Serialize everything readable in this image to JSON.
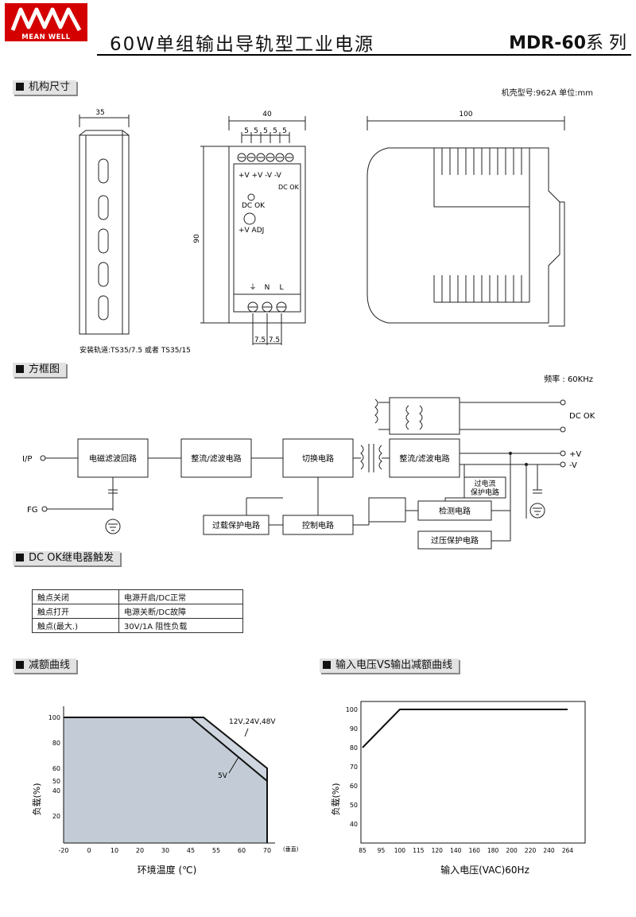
{
  "header": {
    "logo_text": "MEAN WELL",
    "title": "60W单组输出导轨型工业电源",
    "series_model": "MDR-60",
    "series_suffix": "系 列"
  },
  "sections": {
    "mechanical": "机构尺寸",
    "block_diagram": "方框图",
    "dc_ok_relay": "DC OK继电器触发",
    "derating": "减额曲线",
    "input_derating": "输入电压VS输出减额曲线"
  },
  "mechanical": {
    "case_info": "机壳型号:962A 单位:mm",
    "rail_width": "35",
    "front_width": "40",
    "side_depth": "100",
    "height": "90",
    "terminal_pitch_top": [
      "5",
      "5",
      "5",
      "5",
      "5"
    ],
    "terminal_pitch_bottom": [
      "7.5",
      "7.5"
    ],
    "output_terminal_label": "+V +V -V -V",
    "dc_ok_label_top": "DC OK",
    "dc_ok_led_label": "DC OK",
    "vadj_label": "+V ADJ",
    "input_labels": [
      "⏚",
      "N",
      "L"
    ],
    "rail_caption": "安装轨道:TS35/7.5 或者 TS35/15"
  },
  "block": {
    "frequency": "频率 : 60KHz",
    "ip_label": "I/P",
    "fg_label": "FG",
    "emi_filter": "电磁滤波回路",
    "rectifier_filter_1": "整流/滤波电路",
    "switching": "切换电路",
    "rectifier_filter_2": "整流/滤波电路",
    "olp": "过载保护电路",
    "control": "控制电路",
    "detection": "检测电路",
    "ocp_line1": "过电流",
    "ocp_line2": "保护电路",
    "ovp": "过压保护电路",
    "dc_ok": "DC OK",
    "plus_v": "+V",
    "minus_v": "-V"
  },
  "relay_table": [
    [
      "触点关闭",
      "电源开启/DC正常"
    ],
    [
      "触点打开",
      "电源关断/DC故障"
    ],
    [
      "触点(最大.)",
      "30V/1A 阻性负载"
    ]
  ],
  "chart_data": [
    {
      "type": "area",
      "title": "减额曲线",
      "xlabel": "环境温度 (℃)",
      "ylabel": "负载(%)",
      "x_unit_note": "(垂直)",
      "x_ticks": [
        "-20",
        "0",
        "10",
        "20",
        "30",
        "45",
        "55",
        "60",
        "70"
      ],
      "y_ticks": [
        "100",
        "80",
        "60",
        "50",
        "40",
        "20"
      ],
      "series": [
        {
          "name": "12V,24V,48V",
          "x": [
            -20,
            50,
            70,
            70
          ],
          "y": [
            100,
            100,
            60,
            0
          ]
        },
        {
          "name": "5V",
          "x": [
            -20,
            45,
            70,
            70
          ],
          "y": [
            100,
            100,
            50,
            0
          ]
        }
      ]
    },
    {
      "type": "line",
      "title": "输入电压VS输出减额曲线",
      "xlabel": "输入电压(VAC)60Hz",
      "ylabel": "负载(%)",
      "x_ticks": [
        "85",
        "95",
        "100",
        "115",
        "120",
        "140",
        "160",
        "180",
        "200",
        "220",
        "240",
        "264"
      ],
      "y_ticks": [
        "100",
        "90",
        "80",
        "70",
        "60",
        "50",
        "40"
      ],
      "series": [
        {
          "x": [
            85,
            100,
            264
          ],
          "y": [
            80,
            100,
            100
          ]
        }
      ]
    }
  ]
}
